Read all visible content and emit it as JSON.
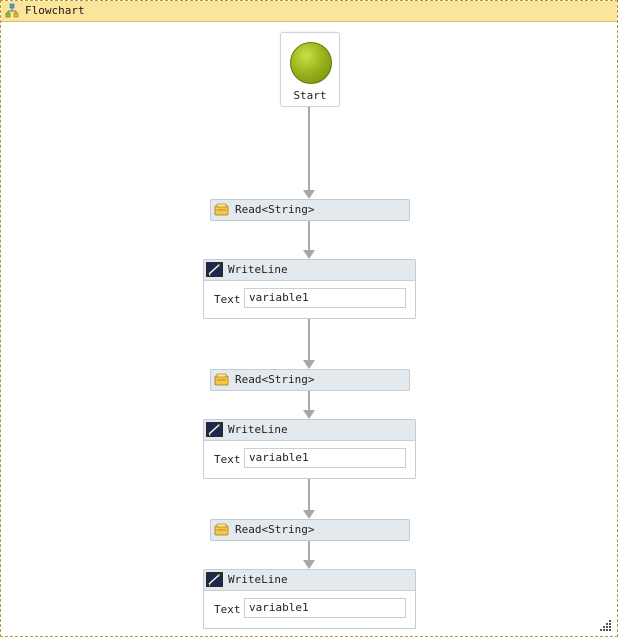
{
  "header": {
    "title": "Flowchart",
    "icon": "flowchart-icon"
  },
  "flowchart": {
    "start": {
      "label": "Start"
    },
    "activities": [
      {
        "type": "read",
        "label": "Read<String>"
      },
      {
        "type": "writeline",
        "label": "WriteLine",
        "text_label": "Text",
        "text_value": "variable1"
      },
      {
        "type": "read",
        "label": "Read<String>"
      },
      {
        "type": "writeline",
        "label": "WriteLine",
        "text_label": "Text",
        "text_value": "variable1"
      },
      {
        "type": "read",
        "label": "Read<String>"
      },
      {
        "type": "writeline",
        "label": "WriteLine",
        "text_label": "Text",
        "text_value": "variable1"
      }
    ]
  },
  "colors": {
    "header_bg": "#fbe59a",
    "activity_bg": "#e4e9ee",
    "start_green": "#9bb51c",
    "connector": "#a8a8a8"
  }
}
